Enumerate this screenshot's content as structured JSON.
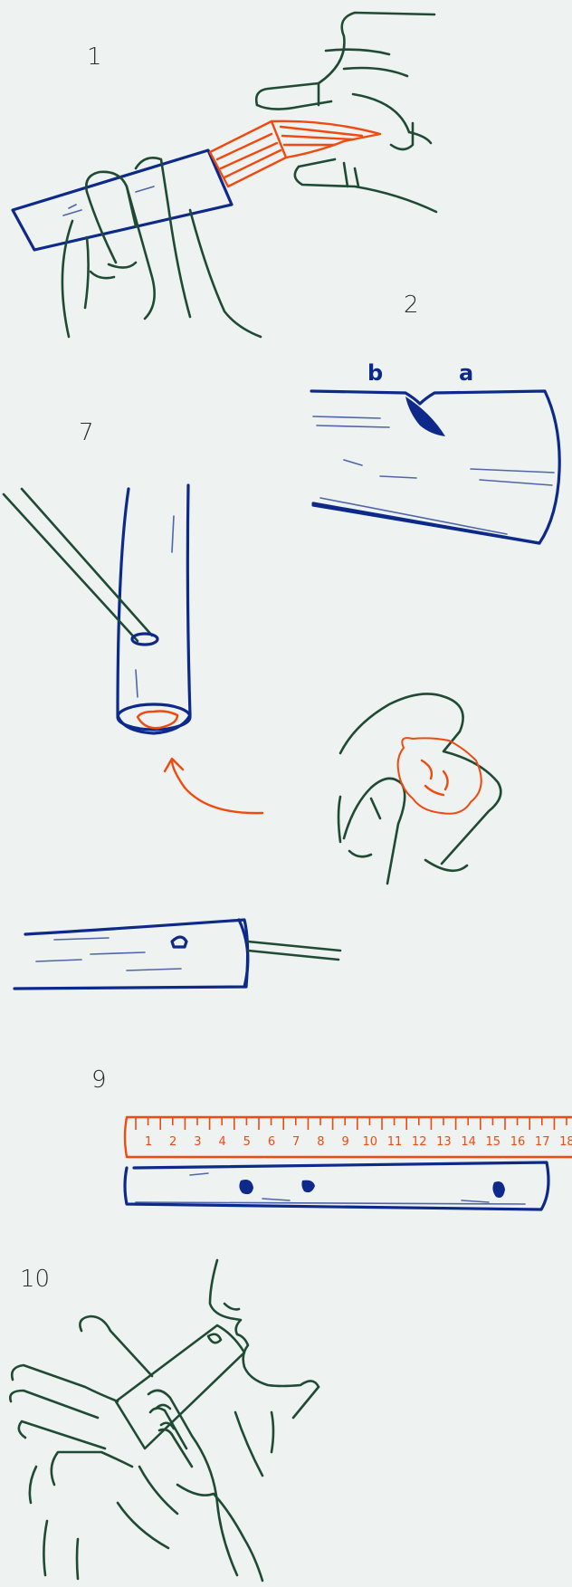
{
  "steps": {
    "step1": "1",
    "step2": "2",
    "step7": "7",
    "step9": "9",
    "step10": "10"
  },
  "markers": {
    "b": "b",
    "a": "a"
  },
  "ruler": {
    "numbers": [
      "1",
      "2",
      "3",
      "4",
      "5",
      "6",
      "7",
      "8",
      "9",
      "10",
      "11",
      "12",
      "13",
      "14",
      "15",
      "16",
      "17",
      "18"
    ]
  },
  "colors": {
    "background": "#eef2f1",
    "hand_line": "#1f4a33",
    "flute_line": "#0d2a8a",
    "accent": "#f04a10"
  }
}
